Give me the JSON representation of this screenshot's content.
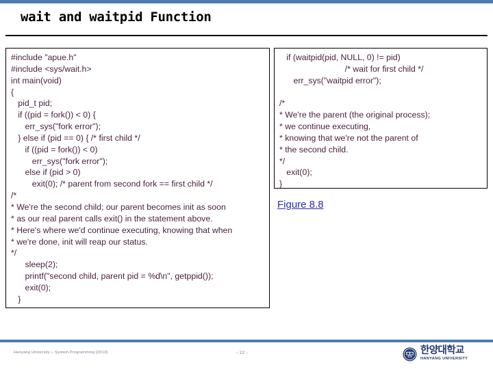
{
  "theme": {
    "accent_bar_color": "#4f7cb3",
    "code_text_color": "#4a2040",
    "link_color": "#2a2ab0",
    "logo_color": "#23386b",
    "footer_text_color": "#6d7f92"
  },
  "title": "wait and waitpid Function",
  "left_code": {
    "lines": [
      "#include \"apue.h\"",
      "#include <sys/wait.h>",
      "int main(void)",
      "{",
      "   pid_t pid;",
      "   if ((pid = fork()) < 0) {",
      "      err_sys(\"fork error\");",
      "   } else if (pid == 0) { /* first child */",
      "      if ((pid = fork()) < 0)",
      "         err_sys(\"fork error\");",
      "      else if (pid > 0)",
      "         exit(0); /* parent from second fork == first child */",
      "/*",
      "* We're the second child; our parent becomes init as soon",
      "* as our real parent calls exit() in the statement above.",
      "* Here's where we'd continue executing, knowing that when",
      "* we're done, init will reap our status.",
      "*/",
      "      sleep(2);",
      "      printf(\"second child, parent pid = %d\\n\", getppid());",
      "      exit(0);",
      "   }"
    ]
  },
  "right_code": {
    "lines": [
      "   if (waitpid(pid, NULL, 0) != pid)",
      "                            /* wait for first child */",
      "      err_sys(\"waitpid error\");",
      "",
      "/*",
      "* We're the parent (the original process);",
      "* we continue executing,",
      "* knowing that we're not the parent of",
      "* the second child.",
      "*/",
      "   exit(0);",
      "}"
    ]
  },
  "figure_link": "Figure 8.8",
  "footer": {
    "note": "Hanyang University – System Programming  [2013]",
    "page": "- 22 -"
  },
  "logo": {
    "korean": "한양대학교",
    "english": "HANYANG UNIVERSITY"
  }
}
